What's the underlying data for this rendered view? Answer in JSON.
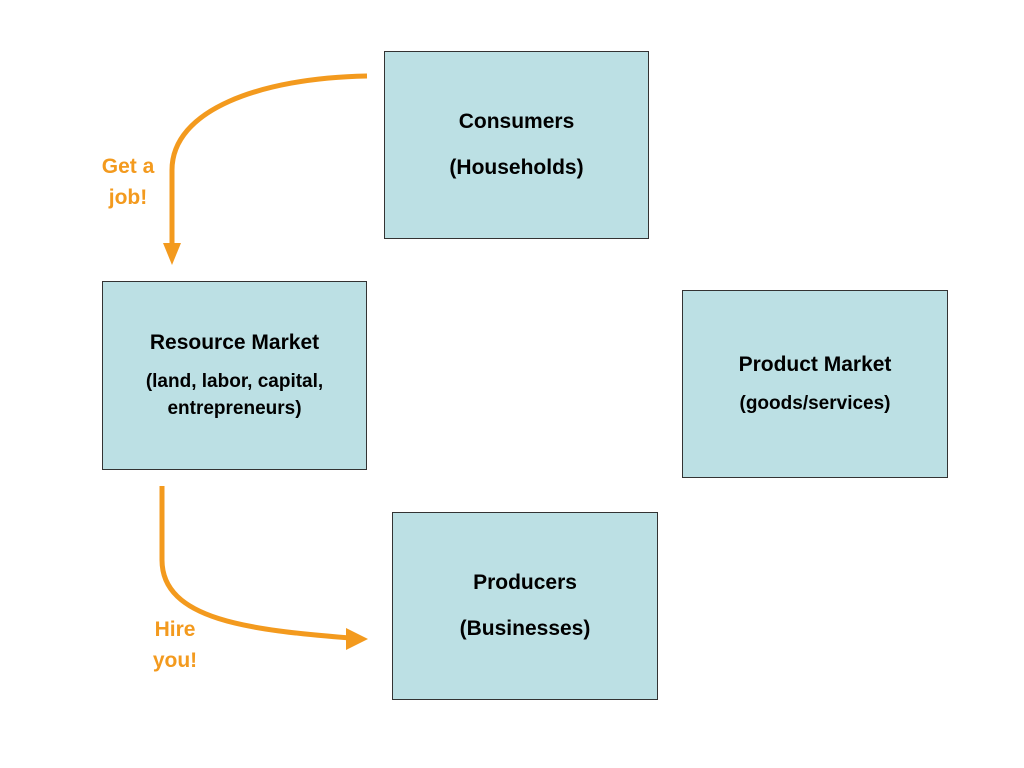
{
  "colors": {
    "box_fill": "#bce0e4",
    "box_border": "#333333",
    "arrow": "#f39a1e"
  },
  "boxes": {
    "consumers": {
      "title": "Consumers",
      "subtitle": "(Households)"
    },
    "resource_market": {
      "title": "Resource Market",
      "subtitle": "(land, labor, capital, entrepreneurs)"
    },
    "product_market": {
      "title": "Product Market",
      "subtitle": "(goods/services)"
    },
    "producers": {
      "title": "Producers",
      "subtitle": "(Businesses)"
    }
  },
  "arrows": {
    "get_job": {
      "label_line1": "Get a",
      "label_line2": "job!"
    },
    "hire_you": {
      "label_line1": "Hire",
      "label_line2": "you!"
    }
  }
}
